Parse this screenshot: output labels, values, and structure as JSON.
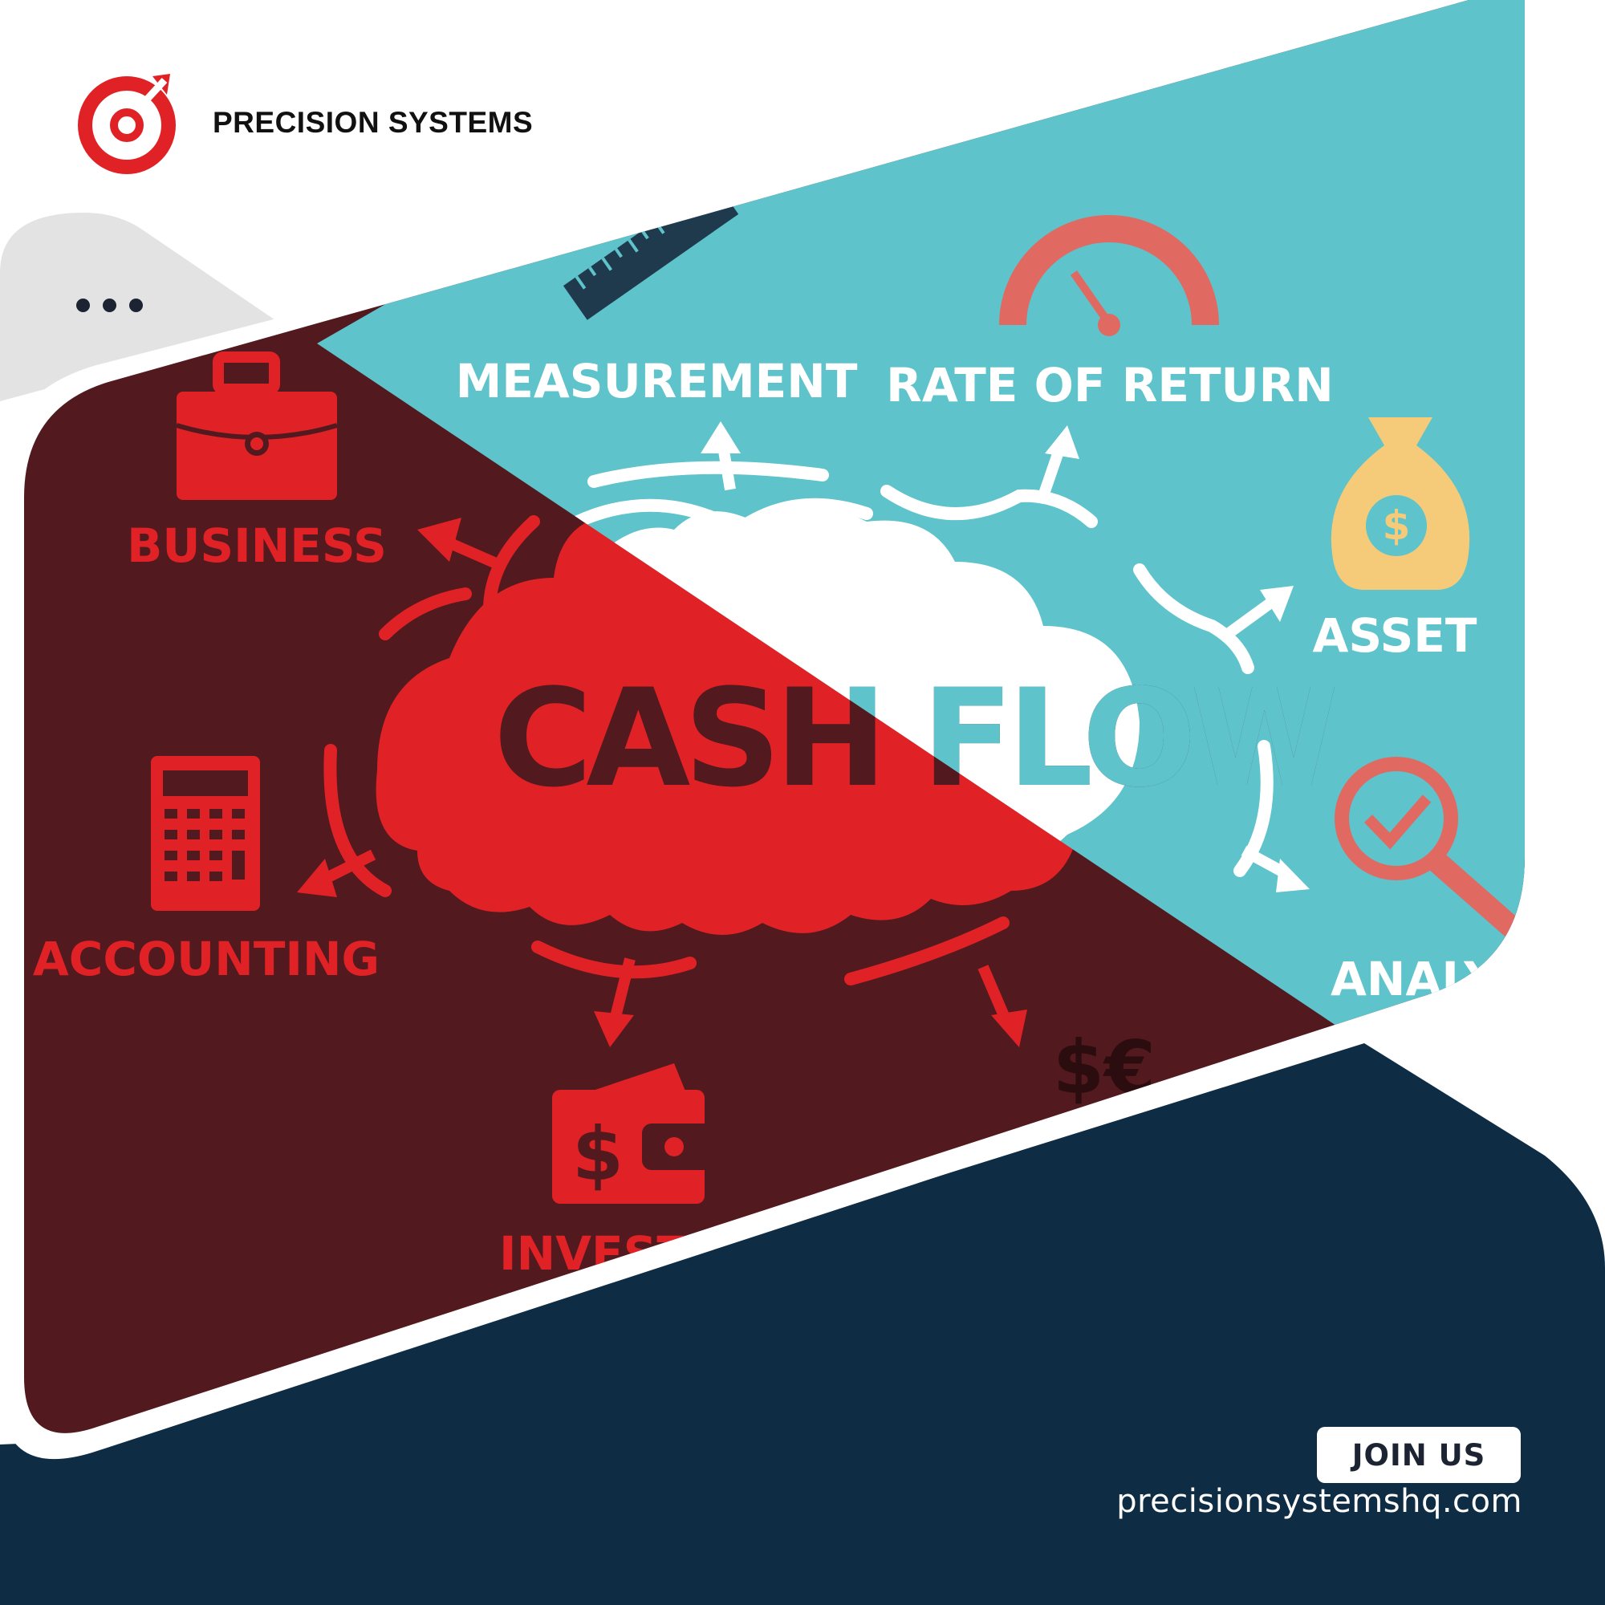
{
  "brand": {
    "name": "PRECISION SYSTEMS"
  },
  "colors": {
    "red": "#e02226",
    "dark_red": "#52191e",
    "teal": "#5ec3ca",
    "navy": "#0e2c43",
    "gray": "#e3e3e3"
  },
  "illustration": {
    "main_title": "CASH FLOW",
    "labels": {
      "measurement": "MEASUREMENT",
      "rate_of_return": "RATE OF RETURN",
      "asset": "ASSET",
      "analysis": "ANALYSIS",
      "business": "BUSINESS",
      "accounting": "ACCOUNTING",
      "investment": "INVESTMENT",
      "currency": "$€"
    }
  },
  "cta": {
    "label": "JOIN US",
    "url": "precisionsystemshq.com"
  }
}
